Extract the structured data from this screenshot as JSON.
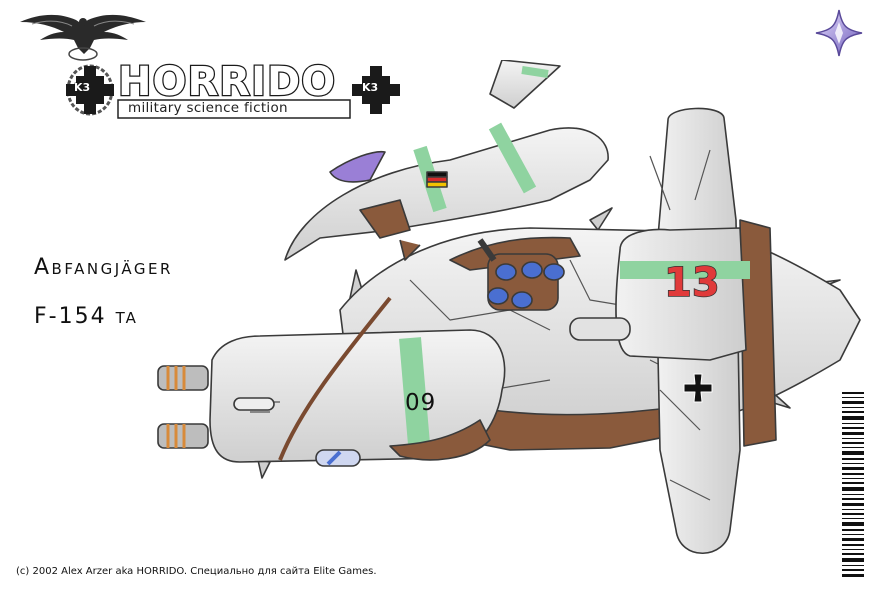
{
  "brand": {
    "name": "HORRIDO",
    "tagline": "military science fiction",
    "badge": "K3"
  },
  "craft": {
    "designation": "Abfangjäger",
    "model": "F-154 ta",
    "hull_number": "09",
    "tower_number": "13"
  },
  "footer": {
    "copyright": "(c) 2002 Alex Arzer aka HORRIDO. Специально для сайта Elite Games."
  },
  "icons": {
    "logo": "eagle-icon",
    "corner": "diamond-star-icon",
    "flag": "german-flag-icon",
    "insignia": "iron-cross-icon",
    "barcode": "barcode-icon"
  },
  "colors": {
    "stripe_green": "#8fd3a0",
    "canopy_purple": "#9a7fd6",
    "port_blue": "#4a6fd1",
    "hull_brown": "#8a5a3c",
    "number_red": "#e03a3a"
  }
}
